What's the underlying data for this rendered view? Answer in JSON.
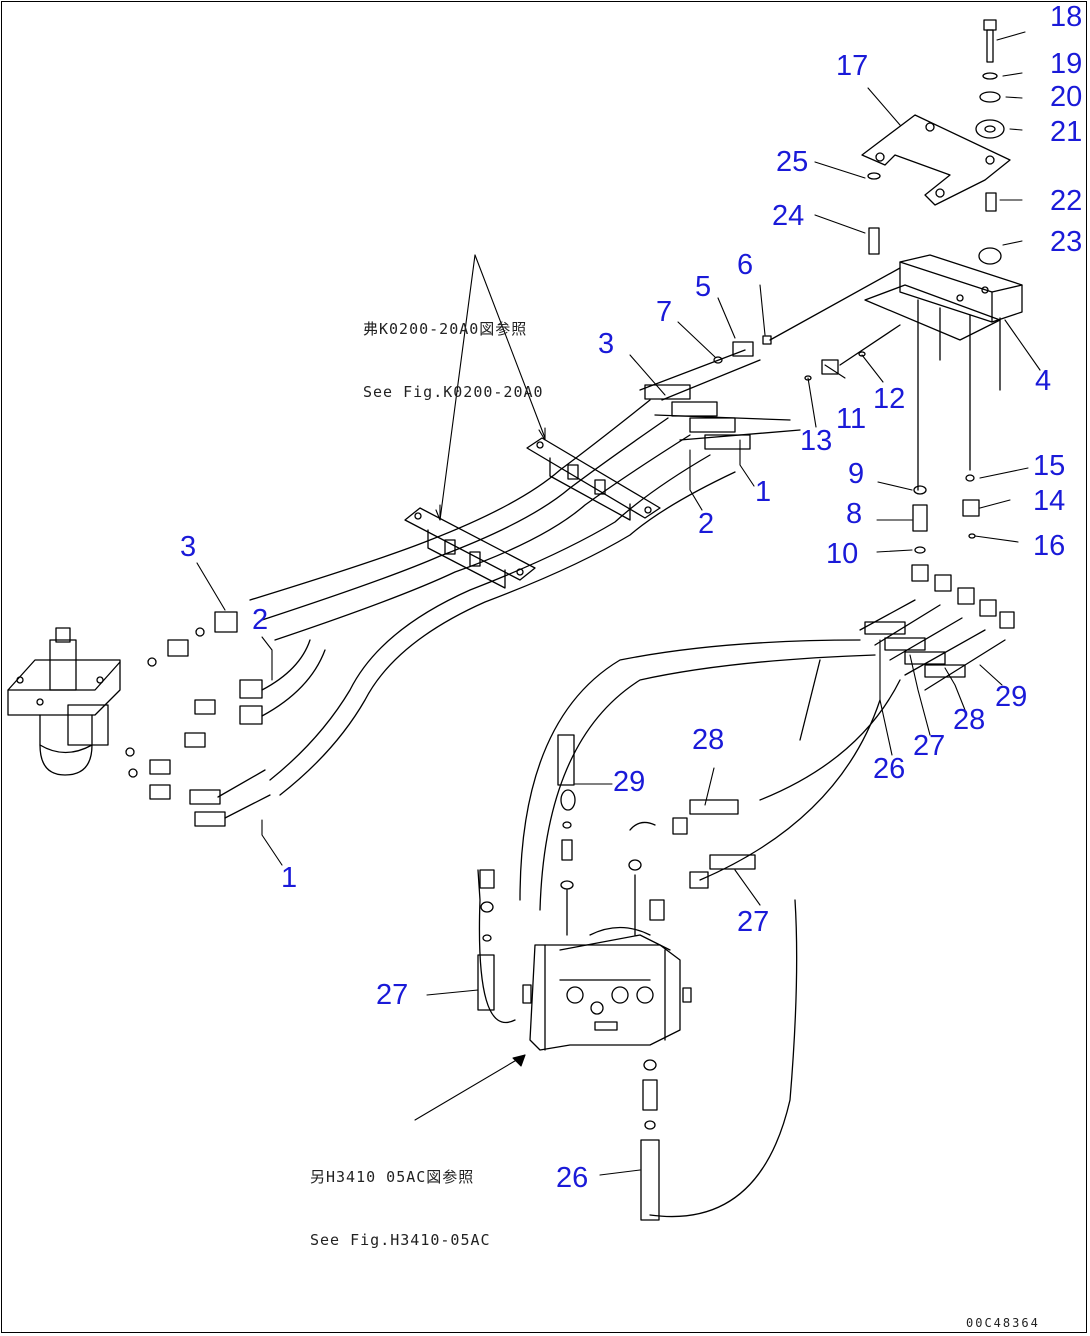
{
  "drawing": {
    "references": [
      {
        "jp": "弗K0200-20A0図参照",
        "en": "See Fig.K0200-20A0"
      },
      {
        "jp": "另H3410 05AC図参照",
        "en": "See Fig.H3410-05AC"
      }
    ],
    "drawing_code": "00C48364"
  },
  "callouts": {
    "c1a": "1",
    "c1b": "1",
    "c2a": "2",
    "c2b": "2",
    "c3a": "3",
    "c3b": "3",
    "c4": "4",
    "c5": "5",
    "c6": "6",
    "c7": "7",
    "c8": "8",
    "c9": "9",
    "c10": "10",
    "c11": "11",
    "c12": "12",
    "c13": "13",
    "c14": "14",
    "c15": "15",
    "c16": "16",
    "c17": "17",
    "c18": "18",
    "c19": "19",
    "c20": "20",
    "c21": "21",
    "c22": "22",
    "c23": "23",
    "c24": "24",
    "c25": "25",
    "c26a": "26",
    "c26b": "26",
    "c27a": "27",
    "c27b": "27",
    "c27c": "27",
    "c28a": "28",
    "c28b": "28",
    "c29a": "29",
    "c29b": "29"
  },
  "colors": {
    "callout": "#1a1ad8",
    "line": "#000000"
  }
}
